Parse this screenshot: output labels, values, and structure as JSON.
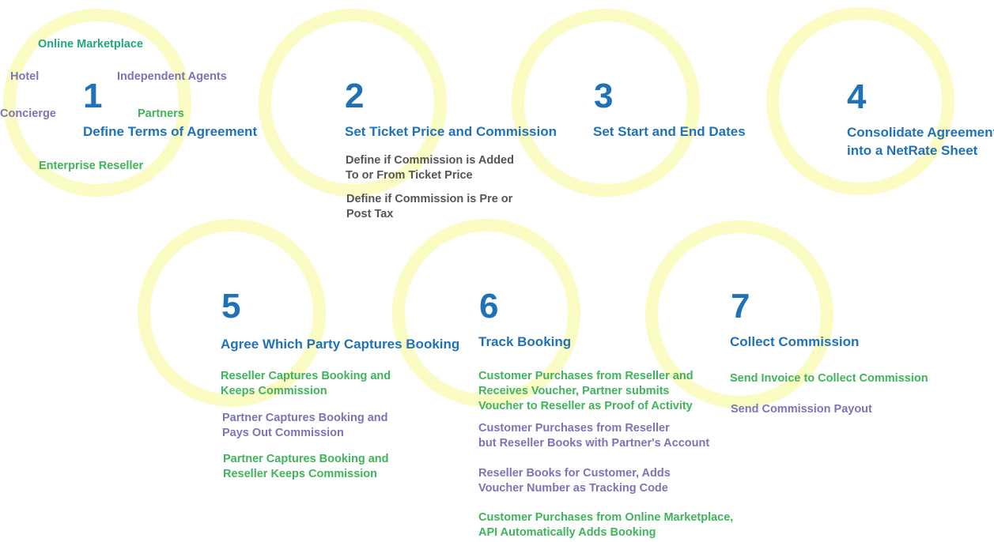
{
  "steps": [
    {
      "number": "1",
      "title": "Define Terms of Agreement"
    },
    {
      "number": "2",
      "title": "Set Ticket Price and Commission"
    },
    {
      "number": "3",
      "title": "Set Start and End Dates"
    },
    {
      "number": "4",
      "title_line1": "Consolidate Agreement",
      "title_line2": "into a NetRate Sheet"
    },
    {
      "number": "5",
      "title": "Agree Which Party Captures Booking"
    },
    {
      "number": "6",
      "title": "Track Booking"
    },
    {
      "number": "7",
      "title": "Collect Commission"
    }
  ],
  "step1_parties": {
    "online_marketplace": "Online Marketplace",
    "hotel": "Hotel",
    "independent_agents": "Independent Agents",
    "concierge": "Concierge",
    "partners": "Partners",
    "enterprise_reseller": "Enterprise Reseller"
  },
  "step2_details": [
    {
      "line1": "Define if Commission is Added",
      "line2": "To or From Ticket Price"
    },
    {
      "line1": "Define if Commission is Pre or",
      "line2": "Post Tax"
    }
  ],
  "step5_options": [
    {
      "line1": "Reseller Captures Booking and",
      "line2": "Keeps Commission"
    },
    {
      "line1": "Partner Captures Booking and",
      "line2": "Pays Out Commission"
    },
    {
      "line1": "Partner Captures Booking and",
      "line2": "Reseller Keeps Commission"
    }
  ],
  "step6_options": [
    {
      "line1": "Customer Purchases from Reseller and",
      "line2": "Receives Voucher, Partner submits",
      "line3": "Voucher to Reseller as Proof of Activity"
    },
    {
      "line1": "Customer Purchases from Reseller",
      "line2": "but Reseller Books with Partner's Account"
    },
    {
      "line1": "Reseller Books for Customer, Adds",
      "line2": "Voucher Number as Tracking Code"
    },
    {
      "line1": "Customer Purchases from Online Marketplace,",
      "line2": "API Automatically Adds Booking"
    }
  ],
  "step7_options": [
    {
      "text": "Send Invoice to Collect Commission"
    },
    {
      "text": "Send Commission Payout"
    }
  ],
  "colors": {
    "ring": "#fbfbc4",
    "title_blue": "#1f72b8",
    "green": "#3fb45b",
    "teal": "#1fa77d",
    "purple": "#7a75b5",
    "gray": "#555555"
  }
}
